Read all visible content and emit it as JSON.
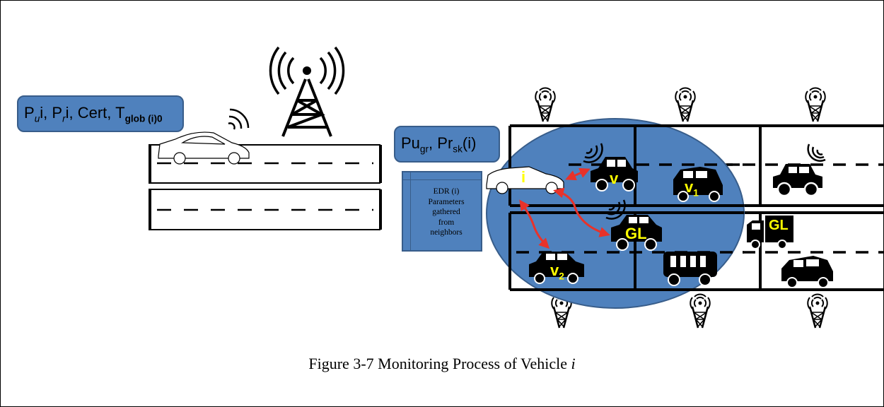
{
  "caption": {
    "text": "Figure 3-7 Monitoring Process of Vehicle ",
    "var": "i"
  },
  "box1": {
    "p_base": "P",
    "p_sub": "u",
    "p_rest": "i, ",
    "r_base": "P",
    "r_sub": "r",
    "r_rest": "i, Cert, T",
    "t_sub": "glob (i)0"
  },
  "box2": {
    "pu": "Pu",
    "pu_sub": "gr",
    "sep": ", Pr",
    "pr_sub": "sk",
    "pr_rest": "(i)"
  },
  "edr_lines": [
    "EDR (i)",
    "Parameters",
    "gathered",
    "from",
    "neighbors"
  ],
  "vehicle_labels": {
    "i": "i",
    "v": "v",
    "v1_base": "v",
    "v1_sub": "1",
    "v2_base": "v",
    "v2_sub": "2",
    "gl_car": "GL",
    "gl_truck": "GL"
  },
  "colors": {
    "cluster": "#4f81bd",
    "box": "#4f81bd",
    "arrow": "#e8322a",
    "label": "#ffff00"
  }
}
